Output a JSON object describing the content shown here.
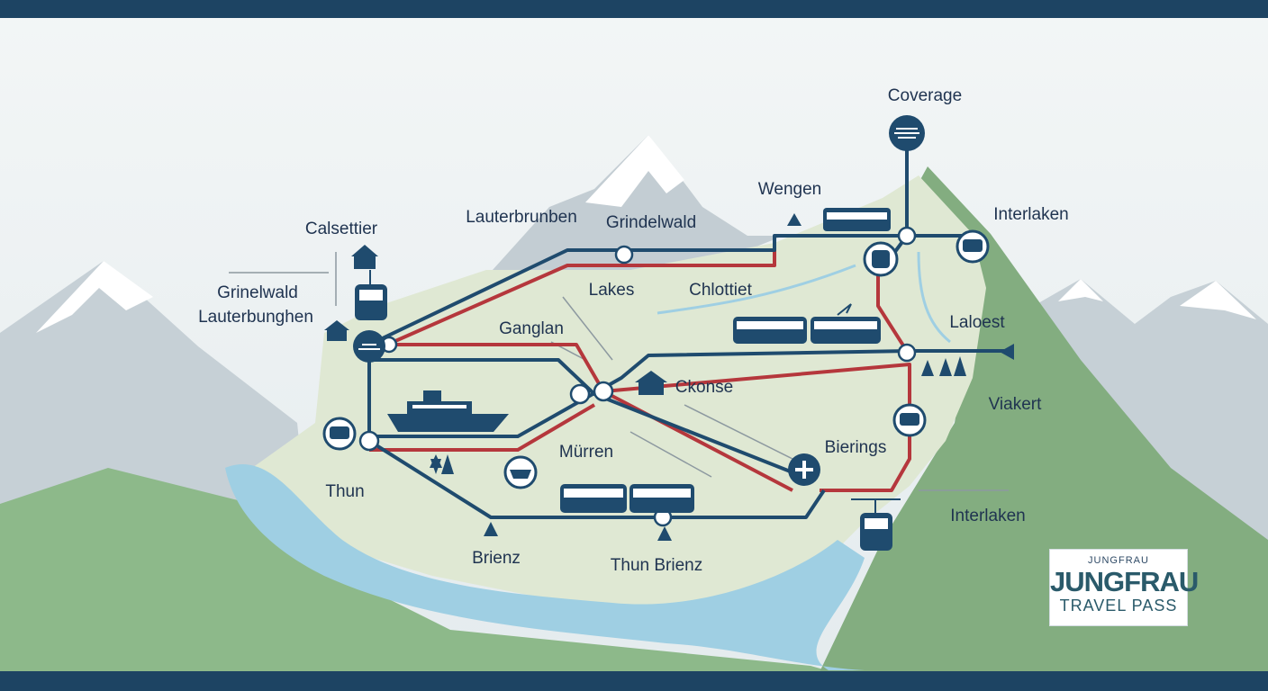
{
  "colors": {
    "frame": "#1d4463",
    "route_blue": "#1f4b6e",
    "route_red": "#b5373c",
    "land": "#dfe8d3",
    "water": "#9fcfe3",
    "mountain_green": "#83ad80",
    "mountain_grey": "#c3cdd3"
  },
  "labels": {
    "coverage": "Coverage",
    "wengen": "Wengen",
    "interlaken_top": "Interlaken",
    "lauterbrunnen_top": "Lauterbrunben",
    "grindelwald_top": "Grindelwald",
    "calsettier": "Calsettier",
    "grinelwald": "Grinelwald",
    "lauterbunghen": "Lauterbunghen",
    "lakes": "Lakes",
    "chalottiet": "Chlottiet",
    "gangian": "Ganglan",
    "laloest": "Laloest",
    "ckonse": "Ckonse",
    "viakert": "Viakert",
    "murren": "Mürren",
    "bierings": "Bierings",
    "thun": "Thun",
    "brienz": "Brienz",
    "thun_brienz": "Thun Brienz",
    "interlaken_bottom": "Interlaken"
  },
  "badge": {
    "small": "JUNGFRAU",
    "title": "JUNGFRAU",
    "subtitle": "TRAVEL PASS"
  },
  "icons": [
    "coverage-rail-icon",
    "train-icon",
    "bus-icon",
    "cable-car-icon",
    "boat-icon",
    "chalet-icon",
    "tree-icon",
    "peak-marker-icon",
    "medical-cross-icon"
  ]
}
